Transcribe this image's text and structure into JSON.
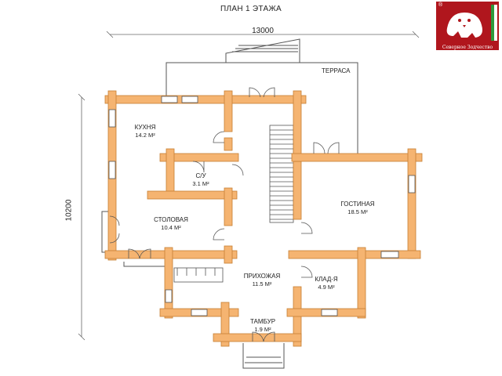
{
  "title": "ПЛАН 1 ЭТАЖА",
  "dimensions": {
    "width": "13000",
    "height": "10200"
  },
  "terrace": "ТЕРРАСА",
  "rooms": [
    {
      "name": "КУХНЯ",
      "area": "14.2 M²"
    },
    {
      "name": "С/У",
      "area": "3.1 M²"
    },
    {
      "name": "СТОЛОВАЯ",
      "area": "10.4 M²"
    },
    {
      "name": "ГОСТИНАЯ",
      "area": "18.5 M²"
    },
    {
      "name": "ПРИХОЖАЯ",
      "area": "11.5 M²"
    },
    {
      "name": "КЛАД-Я",
      "area": "4.9 M²"
    },
    {
      "name": "ТАМБУР",
      "area": "1.9 M²"
    }
  ],
  "logo": {
    "caption": "Северное Зодчество",
    "mark": "®"
  },
  "colors": {
    "log": "#f5b471",
    "log_stroke": "#c77f33",
    "line": "#555555",
    "logo_bg": "#b0161d",
    "logo_accent": "#2f9a3c"
  }
}
